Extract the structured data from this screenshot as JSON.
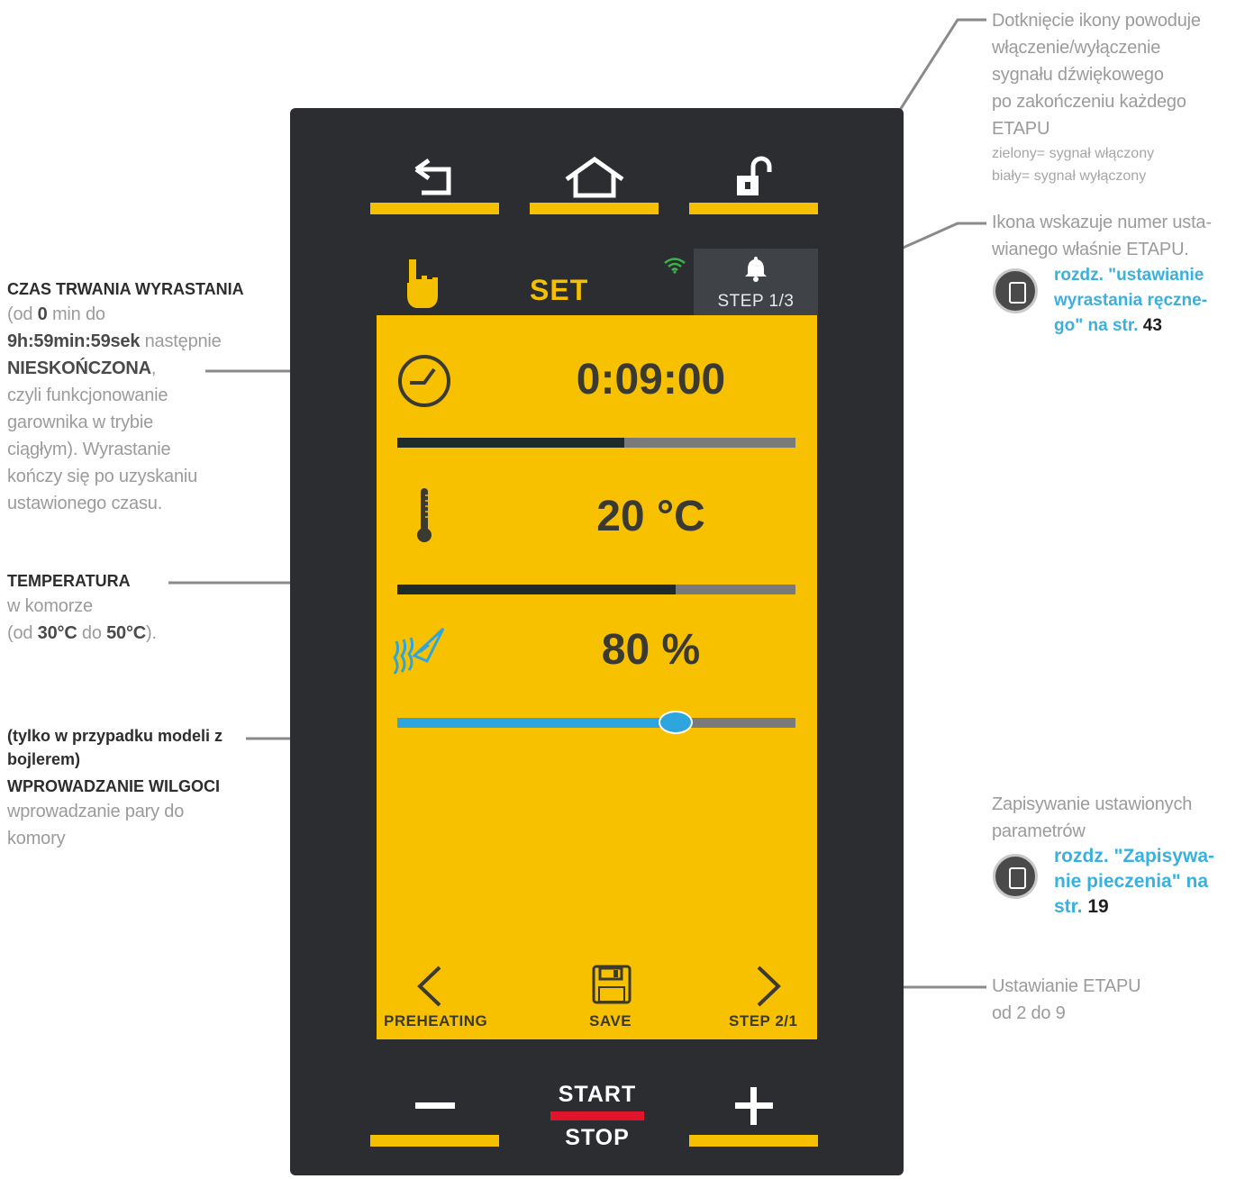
{
  "device": {
    "top_buttons": [
      {
        "name": "back",
        "icon": "back-arrow-icon"
      },
      {
        "name": "home",
        "icon": "home-icon"
      },
      {
        "name": "lock",
        "icon": "unlocked-padlock-icon"
      }
    ],
    "mode_label": "SET",
    "step_indicator": "STEP 1/3",
    "wifi_icon_color": "#3bb34a",
    "screen": {
      "time_value": "0:09:00",
      "time_progress": 0.57,
      "temperature_value": "20 °C",
      "temperature_progress": 0.7,
      "humidity_value": "80 %",
      "humidity_slider": 0.7,
      "nav_prev": "PREHEATING",
      "nav_save": "SAVE",
      "nav_next": "STEP 2/1"
    },
    "controls": {
      "minus": "−",
      "start": "START",
      "stop": "STOP",
      "plus": "+"
    },
    "colors": {
      "body": "#2b2d31",
      "accent": "#f5c000",
      "screen": "#f8c100",
      "slider": "#2ea5dc",
      "start_stop_divider": "#e0142a"
    }
  },
  "annotations": {
    "duration": {
      "heading": "CZAS TRWANIA WYRASTANIA",
      "l1_a": "(od ",
      "l1_b": "0",
      "l1_c": " min do",
      "l2_a": "9h:59min:59sek",
      "l2_b": " następnie",
      "l3_a": "NIESKOŃCZONA",
      "l3_b": ",",
      "l4": "czyli funkcjonowanie",
      "l5": "garownika w trybie",
      "l6": "ciągłym). Wyrastanie",
      "l7": "kończy się po uzyskaniu",
      "l8": "ustawionego czasu."
    },
    "temperature": {
      "heading": "TEMPERATURA",
      "l1": "w komorze",
      "l2_a": "(od ",
      "l2_b": "30°C",
      "l2_c": " do ",
      "l2_d": "50°C",
      "l2_e": ")."
    },
    "humidity": {
      "heading_a": "(tylko w przypadku modeli z",
      "heading_b": "bojlerem)",
      "heading_c": "WPROWADZANIE WILGOCI",
      "l1": "wprowadzanie pary do",
      "l2": "komory"
    },
    "bell": {
      "l1": "Dotknięcie ikony powoduje",
      "l2": "włączenie/wyłączenie",
      "l3": "sygnału dźwiękowego",
      "l4": "po zakończeniu każdego",
      "l5": "ETAPU",
      "s1": "zielony= sygnał włączony",
      "s2": "biały= sygnał wyłączony"
    },
    "step_icon": {
      "l1": "Ikona wskazuje numer usta-",
      "l2": "wianego właśnie ETAPU.",
      "ref1": "rozdz. \"ustawianie",
      "ref2": "wyrastania ręczne-",
      "ref3_a": "go\" na str. ",
      "ref3_b": "43"
    },
    "save": {
      "l1": "Zapisywanie ustawionych",
      "l2": "parametrów",
      "ref1": "rozdz.  \"Zapisywa-",
      "ref2": "nie  pieczenia\"  na",
      "ref3_a": "str. ",
      "ref3_b": "19"
    },
    "step_set": {
      "l1": "Ustawianie ETAPU",
      "l2": "od 2 do 9"
    }
  }
}
